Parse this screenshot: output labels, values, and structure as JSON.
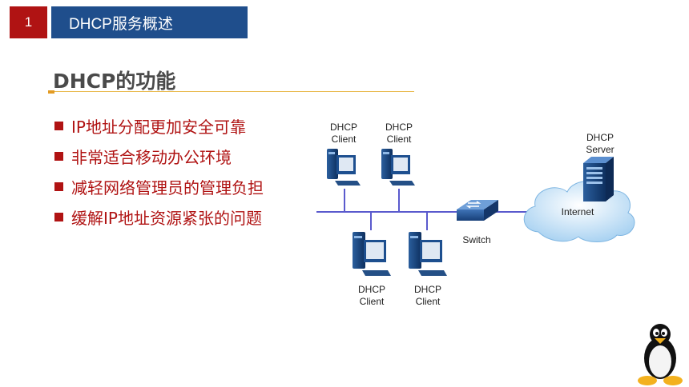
{
  "header": {
    "number": "1",
    "title": "DHCP服务概述"
  },
  "section": {
    "title": "DHCP的功能"
  },
  "bullets": [
    "IP地址分配更加安全可靠",
    "非常适合移动办公环境",
    "减轻网络管理员的管理负担",
    "缓解IP地址资源紧张的问题"
  ],
  "diagram": {
    "client_line1": "DHCP",
    "client_line2": "Client",
    "switch_label": "Switch",
    "internet_label": "Internet",
    "server_line1": "DHCP",
    "server_line2": "Server"
  },
  "colors": {
    "red": "#b01313",
    "blue": "#1f4e8c",
    "line": "#5a5acd"
  },
  "icons": {
    "logo": "linux-penguin-icon"
  }
}
